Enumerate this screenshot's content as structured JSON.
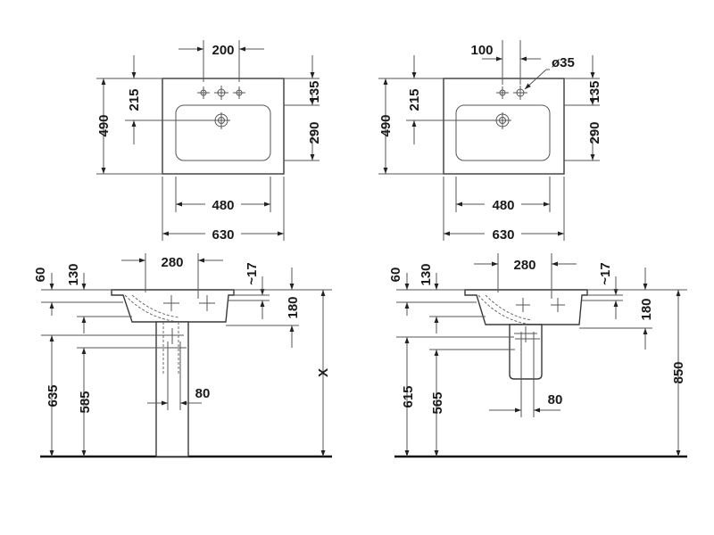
{
  "colors": {
    "line": "#3a3a3a",
    "text": "#1a1a1a",
    "background": "#ffffff"
  },
  "left_top_view": {
    "d200": "200",
    "d490": "490",
    "d215": "215",
    "d135": "135",
    "d290": "290",
    "d480": "480",
    "d630": "630"
  },
  "right_top_view": {
    "d100": "100",
    "dia35": "ø35",
    "d490": "490",
    "d215": "215",
    "d135": "135",
    "d290": "290",
    "d480": "480",
    "d630": "630"
  },
  "left_side_view": {
    "d60": "60",
    "d130": "130",
    "d280": "280",
    "d17": "~17",
    "d180": "180",
    "dX": "X",
    "d635": "635",
    "d585": "585",
    "d80": "80"
  },
  "right_side_view": {
    "d60": "60",
    "d130": "130",
    "d280": "280",
    "d17": "~17",
    "d180": "180",
    "d850": "850",
    "d615": "615",
    "d565": "565",
    "d80": "80"
  }
}
